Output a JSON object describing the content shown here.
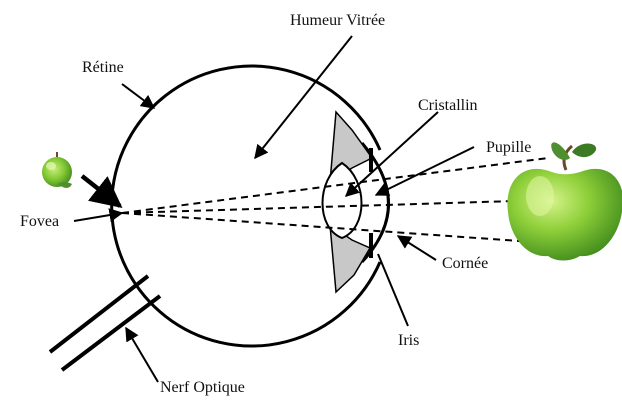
{
  "labels": {
    "humeur_vitree": "Humeur Vitrée",
    "retine": "Rétine",
    "cristallin": "Cristallin",
    "pupille": "Pupille",
    "fovea": "Fovea",
    "cornee": "Cornée",
    "iris": "Iris",
    "nerf_optique": "Nerf Optique"
  },
  "colors": {
    "outline": "#000000",
    "iris_fill": "#c8c8c8",
    "lens_fill": "#ffffff",
    "apple_green": "#6fbf2a",
    "apple_light": "#b8e36a",
    "leaf_green": "#4f8f2f",
    "stem_brown": "#6b4a2b"
  },
  "icons": {
    "object": "green-apple-icon",
    "image": "small-inverted-apple-icon"
  }
}
